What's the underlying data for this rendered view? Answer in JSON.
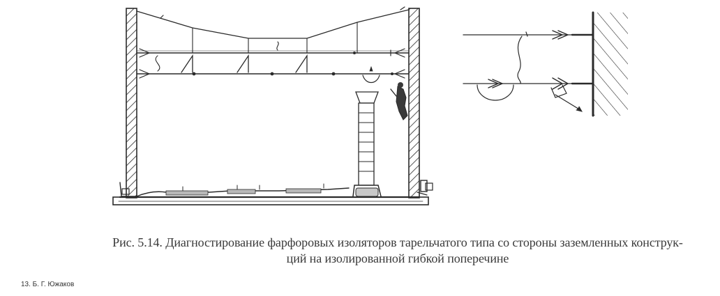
{
  "figure": {
    "caption_line1": "Рис. 5.14. Диагностирование фарфоровых изоляторов тарельчатого типа со стороны заземленных конструк-",
    "caption_line2": "ций на изолированной гибкой поперечине"
  },
  "footer": {
    "signature_mark": "13. Б. Г. Южаков"
  },
  "colors": {
    "ink": "#2a2a2a",
    "background": "#ffffff"
  }
}
